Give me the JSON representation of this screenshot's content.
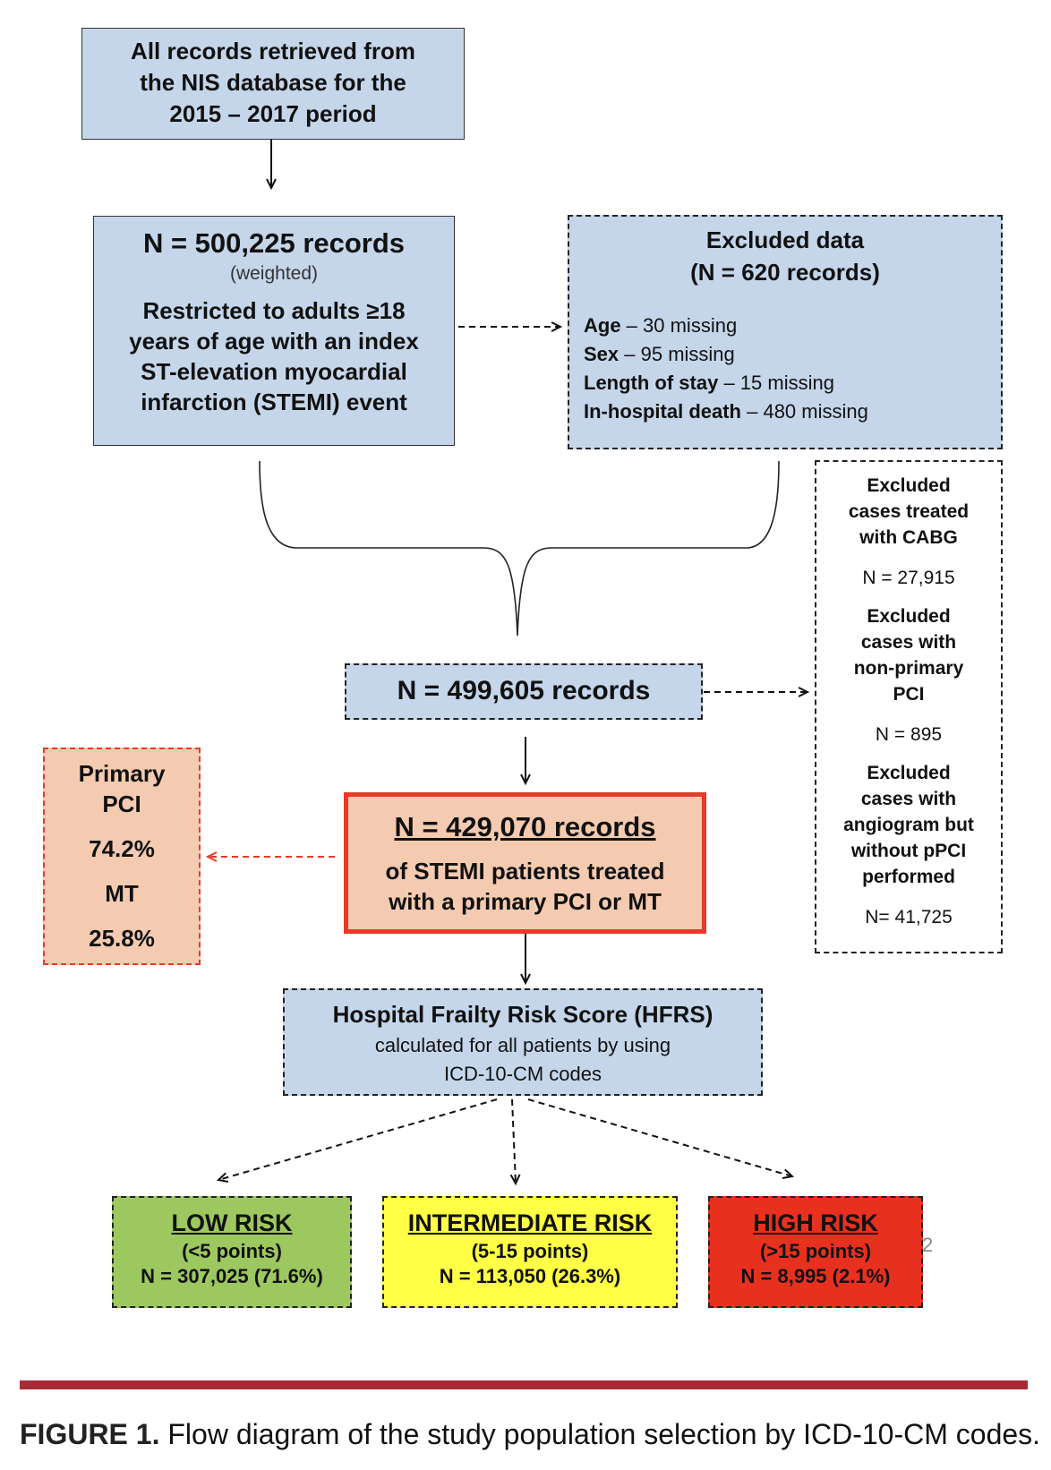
{
  "start": {
    "lines": [
      "All records retrieved from",
      "the NIS database for the",
      "2015 – 2017 period"
    ]
  },
  "n500": {
    "title": "N = 500,225 records",
    "weighted": "(weighted)",
    "lines": [
      "Restricted to adults ≥18",
      "years of age with an index",
      "ST-elevation myocardial",
      "infarction (STEMI) event"
    ]
  },
  "excluded_data": {
    "title": "Excluded data",
    "count": "(N = 620 records)",
    "items": [
      {
        "label": "Age",
        "value": " – 30 missing"
      },
      {
        "label": "Sex",
        "value": " – 95 missing"
      },
      {
        "label": "Length of stay",
        "value": " – 15 missing"
      },
      {
        "label": "In-hospital death",
        "value": " – 480 missing"
      }
    ]
  },
  "excluded_cases": {
    "cabg_lines": [
      "Excluded",
      "cases treated",
      "with CABG"
    ],
    "cabg_n": "N = 27,915",
    "nonprimary_lines": [
      "Excluded",
      "cases with",
      "non-primary",
      "PCI"
    ],
    "nonprimary_n": "N = 895",
    "angio_lines": [
      "Excluded",
      "cases with",
      "angiogram but",
      "without pPCI",
      "performed"
    ],
    "angio_n": "N= 41,725"
  },
  "n499": {
    "title": "N = 499,605 records"
  },
  "n429": {
    "title": "N = 429,070 records",
    "lines": [
      "of STEMI patients treated",
      "with a primary PCI or MT"
    ]
  },
  "treatment": {
    "pci_lines": [
      "Primary",
      "PCI"
    ],
    "pci_pct": "74.2%",
    "mt_label": "MT",
    "mt_pct": "25.8%"
  },
  "hfrs": {
    "title": "Hospital Frailty Risk Score (HFRS)",
    "lines": [
      "calculated for all patients by using",
      "ICD-10-CM codes"
    ]
  },
  "risk": [
    {
      "title": "LOW RISK",
      "points": "(<5 points)",
      "n": "N = 307,025 (71.6%)",
      "color": "#9dc85f"
    },
    {
      "title": "INTERMEDIATE RISK",
      "points": "(5-15 points)",
      "n": "N = 113,050 (26.3%)",
      "color": "#ffff45"
    },
    {
      "title": "HIGH RISK",
      "points": "(>15 points)",
      "n": "N = 8,995 (2.1%)",
      "color": "#e8301f"
    }
  ],
  "stray_mark": "2",
  "caption": {
    "label": "FIGURE 1.",
    "text": " Flow diagram of the study population selection by ICD-10-CM codes."
  },
  "colors": {
    "box_blue": "#c5d6ea",
    "peach": "#f4cbb0",
    "red_border": "#e8392a",
    "rule": "#a82a35"
  }
}
